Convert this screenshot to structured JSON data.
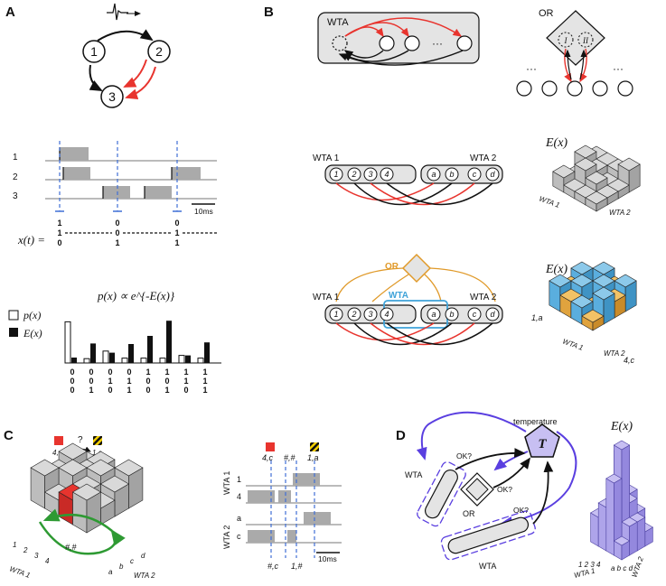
{
  "panels": {
    "a": "A",
    "b": "B",
    "c": "C",
    "d": "D"
  },
  "panel_a": {
    "neurons": [
      "1",
      "2",
      "3"
    ],
    "raster_rows": [
      "1",
      "2",
      "3"
    ],
    "scale_bar": "10ms",
    "state_label": "x(t) =",
    "state_columns": [
      [
        "1",
        "1",
        "0"
      ],
      [
        "0",
        "0",
        "1"
      ],
      [
        "0",
        "1",
        "1"
      ]
    ],
    "dist_title": "p(x) ∝ e^{-E(x)}",
    "legend_p": "p(x)",
    "legend_e": "E(x)",
    "states": [
      [
        "0",
        "0",
        "0"
      ],
      [
        "0",
        "0",
        "1"
      ],
      [
        "0",
        "1",
        "0"
      ],
      [
        "0",
        "1",
        "1"
      ],
      [
        "1",
        "0",
        "0"
      ],
      [
        "1",
        "0",
        "1"
      ],
      [
        "1",
        "1",
        "0"
      ],
      [
        "1",
        "1",
        "1"
      ]
    ],
    "p_values": [
      0.76,
      0.08,
      0.22,
      0.09,
      0.09,
      0.09,
      0.14,
      0.09
    ],
    "e_values": [
      0.1,
      0.36,
      0.19,
      0.35,
      0.5,
      0.78,
      0.14,
      0.38
    ]
  },
  "panel_b": {
    "wta_label": "WTA",
    "or_label": "OR",
    "or_subunits": [
      "I",
      "II"
    ],
    "wta1_label": "WTA 1",
    "wta2_label": "WTA 2",
    "wta1_units": [
      "1",
      "2",
      "3",
      "4"
    ],
    "wta2_units": [
      "a",
      "b",
      "c",
      "d"
    ],
    "energy_label": "E(x)",
    "axis_wta1": "WTA 1",
    "axis_wta2": "WTA 2",
    "corner_1a": "1,a",
    "corner_4c": "4,c",
    "or2_label": "OR",
    "wta_mid_label": "WTA"
  },
  "panel_c": {
    "from_state": "4,c",
    "question": "?",
    "to_state": "1,a",
    "trace_label": "#,#",
    "raster_wta1": "WTA 1",
    "raster_wta2": "WTA 2",
    "rows": [
      "1",
      "4",
      "a",
      "c"
    ],
    "top_events": [
      "4,c",
      "#,#",
      "1,a"
    ],
    "bottom_events": [
      "#,c",
      "1,#"
    ],
    "scale_bar": "10ms",
    "axis_units_wta1": [
      "1",
      "2",
      "3",
      "4"
    ],
    "axis_units_wta2": [
      "a",
      "b",
      "c",
      "d"
    ],
    "axis_wta1": "WTA 1",
    "axis_wta2": "WTA 2"
  },
  "panel_d": {
    "temperature_label": "temperature",
    "t_label": "T",
    "ok_labels": [
      "OK?",
      "OK?",
      "OK?"
    ],
    "wta_left": "WTA",
    "or_label": "OR",
    "wta_bottom": "WTA",
    "energy_label": "E(x)",
    "axis_units_wta1": "1 2 3 4",
    "axis_units_wta2": "a b c d",
    "axis_wta1": "WTA 1",
    "axis_wta2": "WTA 2"
  },
  "colors": {
    "red": "#e8342e",
    "orange": "#e09a2a",
    "blue": "#3fa3d9",
    "purple": "#5a3fe0",
    "lavender": "#c7bff2",
    "green": "#2e9a33",
    "grey": "#a0a0a0"
  }
}
